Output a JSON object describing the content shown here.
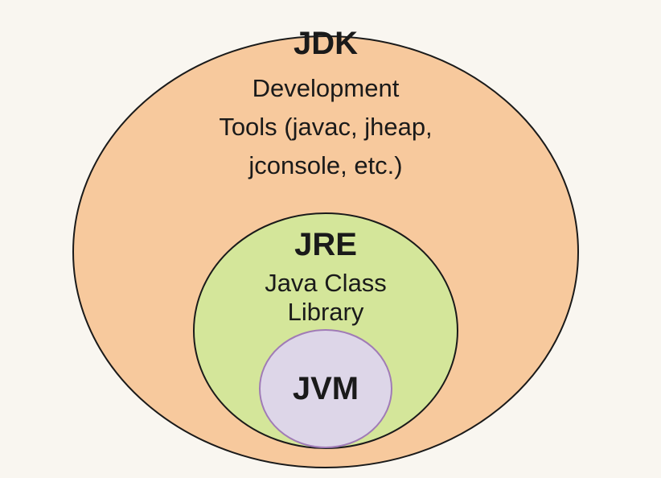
{
  "colors": {
    "background": "#f9f6f0",
    "jdk_fill": "#f7c99d",
    "jre_fill": "#d4e69a",
    "jvm_fill": "#ddd6e8",
    "jvm_stroke": "#a07bb6",
    "outline": "#1a1a1a"
  },
  "jdk": {
    "title": "JDK",
    "description_lines": [
      "Development",
      "Tools (javac, jheap,",
      "jconsole, etc.)"
    ]
  },
  "jre": {
    "title": "JRE",
    "description_lines": [
      "Java Class",
      "Library"
    ]
  },
  "jvm": {
    "title": "JVM"
  }
}
